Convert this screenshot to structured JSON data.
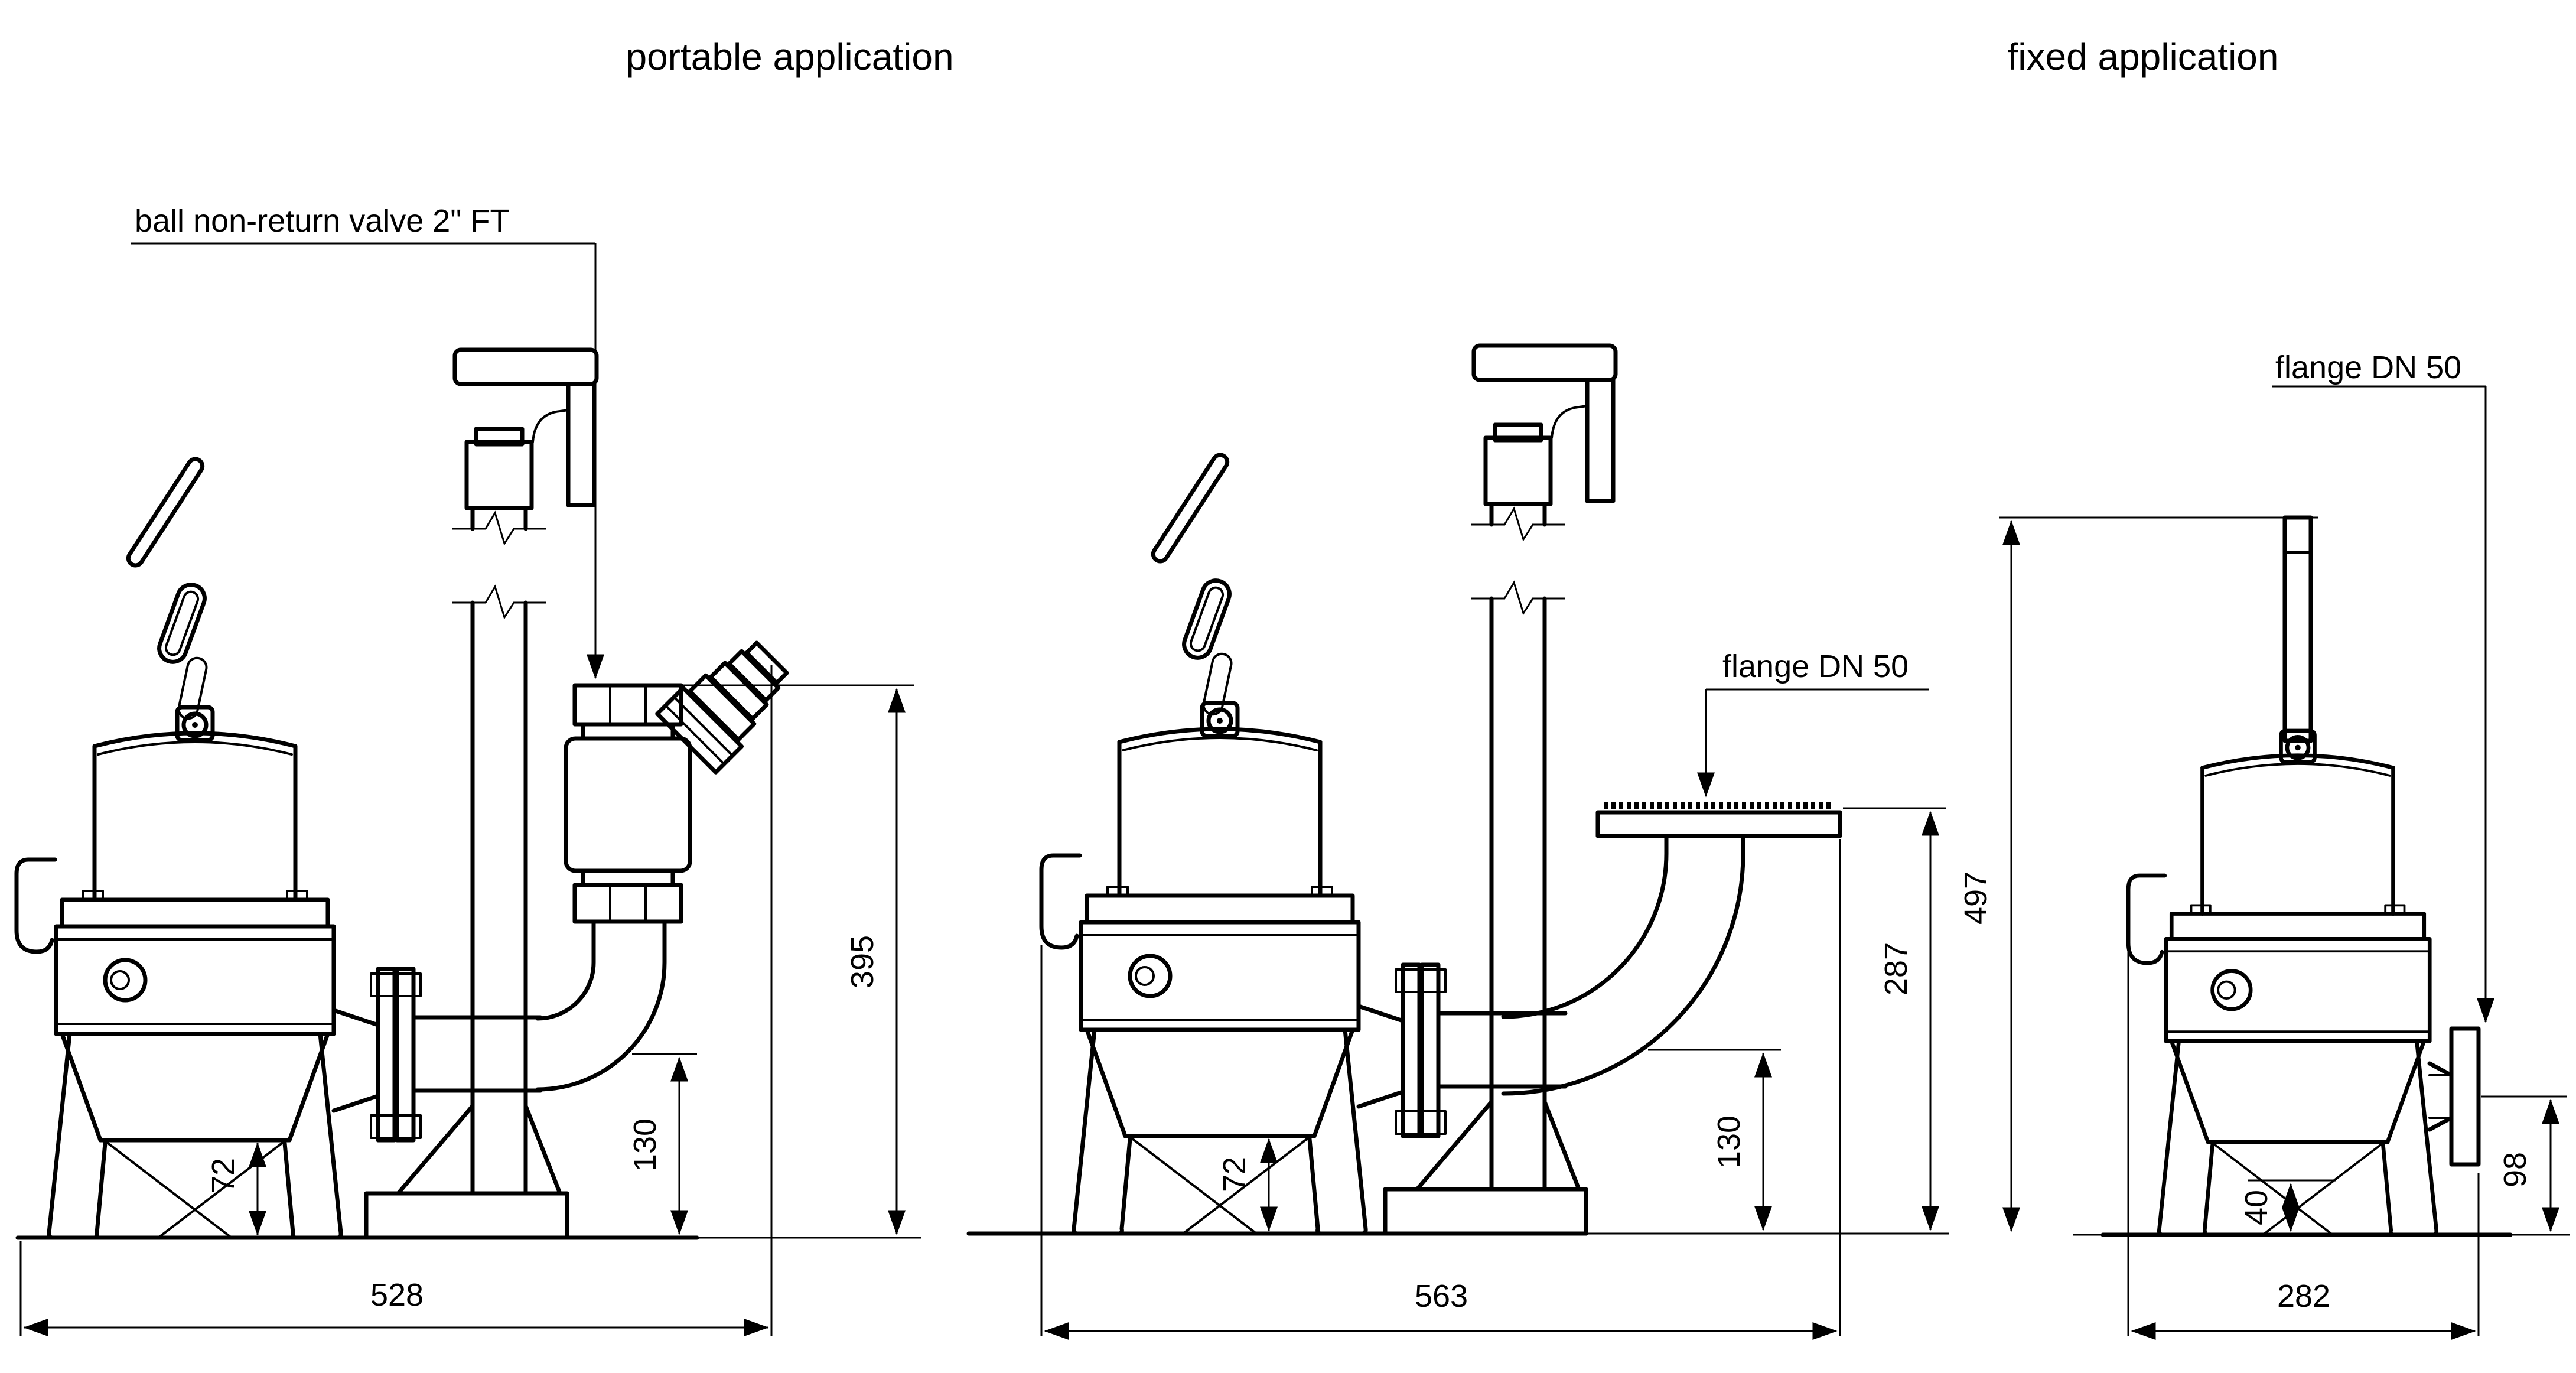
{
  "page": {
    "background": "#ffffff",
    "line_color": "#000000"
  },
  "titles": {
    "portable": "portable application",
    "fixed": "fixed application"
  },
  "drawings": {
    "portable_hose": {
      "callout": "ball non-return valve 2\" FT",
      "dims": {
        "valve_top_height": "395",
        "discharge_height": "130",
        "suction_clearance": "72",
        "overall_width": "528"
      }
    },
    "portable_flanged": {
      "callout": "flange DN 50",
      "dims": {
        "flange_height": "287",
        "discharge_height": "130",
        "suction_clearance": "72",
        "overall_width": "563"
      }
    },
    "fixed": {
      "callout": "flange DN 50",
      "dims": {
        "overall_height": "497",
        "flange_height": "98",
        "foot_height": "40",
        "overall_width": "282"
      }
    }
  }
}
